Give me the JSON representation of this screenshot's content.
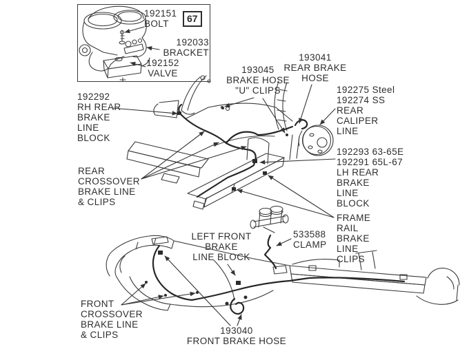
{
  "figure": {
    "number": "67",
    "colors": {
      "background": "#ffffff",
      "line_art": "#3a3a3a",
      "brake_line": "#262626",
      "text": "#2d2d2d"
    }
  },
  "inset_labels": {
    "bolt": "192151\nBOLT",
    "bracket": "192033\nBRACKET",
    "valve": "192152\nVALVE"
  },
  "callouts": {
    "u_clips": "193045\nBRAKE HOSE\n\"U\" CLIPS",
    "rear_brake_hose": "193041\nREAR BRAKE\nHOSE",
    "rear_caliper_line": "192275 Steel\n192274 SS\nREAR\nCALIPER\nLINE",
    "rh_rear_block": "192292\nRH REAR\nBRAKE\nLINE\nBLOCK",
    "rear_crossover": "REAR\nCROSSOVER\nBRAKE LINE\n& CLIPS",
    "lh_rear_block": "192293 63-65E\n192291 65L-67\nLH REAR\nBRAKE\nLINE\nBLOCK",
    "frame_rail_clips": "FRAME\nRAIL\nBRAKE\nLINE\nCLIPS",
    "left_front_block": "LEFT FRONT\nBRAKE\nLINE BLOCK",
    "clamp": "533588\nCLAMP",
    "front_crossover": "FRONT\nCROSSOVER\nBRAKE LINE\n& CLIPS",
    "front_brake_hose": "193040\nFRONT BRAKE HOSE"
  }
}
